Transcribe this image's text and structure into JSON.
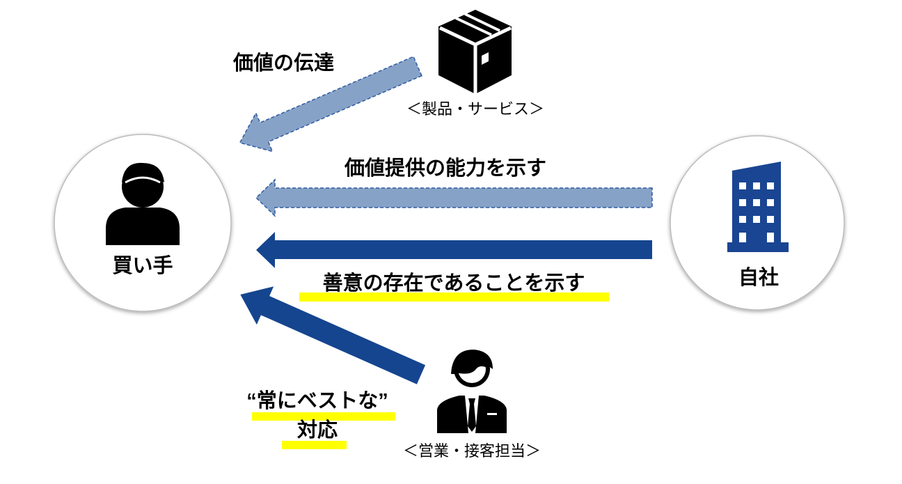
{
  "nodes": {
    "buyer": {
      "label": "買い手",
      "icon": "person-icon"
    },
    "company": {
      "label": "自社",
      "icon": "building-icon"
    },
    "product": {
      "label": "＜製品・サービス＞",
      "icon": "box-icon"
    },
    "sales": {
      "label": "＜営業・接客担当＞",
      "icon": "businessman-icon"
    }
  },
  "arrows": {
    "value_delivery": {
      "label": "価値の伝達",
      "style": "dashed-light"
    },
    "capability": {
      "label": "価値提供の能力を示す",
      "style": "dashed-light"
    },
    "goodwill": {
      "label": "善意の存在であることを示す",
      "style": "solid-dark"
    },
    "best_response": {
      "label_line1": "“常にベストな”",
      "label_line2": "対応",
      "style": "solid-dark"
    }
  },
  "colors": {
    "light_arrow": "#87a2c7",
    "dark_arrow": "#15458f",
    "highlight": "#ffff00",
    "building": "#1a4592"
  }
}
